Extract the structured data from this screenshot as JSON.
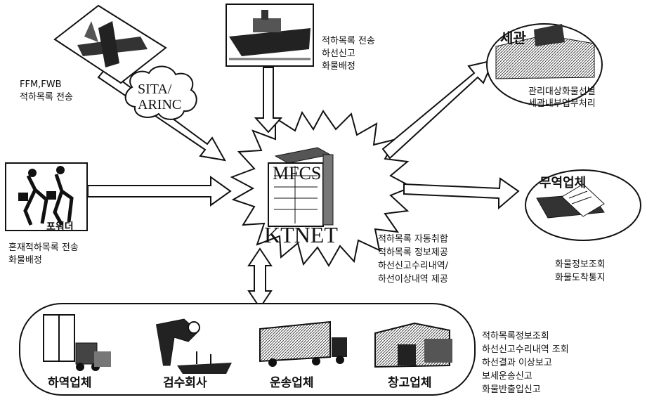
{
  "hub": {
    "top_label": "MFCS",
    "bottom_label": "KTNET"
  },
  "network_cloud": {
    "line1": "SITA/",
    "line2": "ARINC"
  },
  "airline": {
    "line1": "FFM,FWB",
    "line2": "적하목록 전송"
  },
  "shipping": {
    "line1": "적하목록 전송",
    "line2": "하선신고",
    "line3": "화물배정"
  },
  "customs": {
    "title": "세관",
    "line1": "관리대상화물선별",
    "line2": "세관내부업무처리"
  },
  "forwarder": {
    "title": "포워더",
    "line1": "혼재적하목록 전송",
    "line2": "화물배정"
  },
  "hub_services": {
    "line1": "적하목록 자동취합",
    "line2": "적하목록 정보제공",
    "line3": "하선신고수리내역/",
    "line4": "하선이상내역 제공"
  },
  "trade": {
    "title": "무역업체",
    "line1": "화물정보조회",
    "line2": "화물도착통지"
  },
  "companies": [
    {
      "label": "하역업체",
      "icon": "forklift-icon"
    },
    {
      "label": "검수회사",
      "icon": "inspector-icon"
    },
    {
      "label": "운송업체",
      "icon": "truck-icon"
    },
    {
      "label": "창고업체",
      "icon": "warehouse-icon"
    }
  ],
  "company_services": {
    "line1": "적하목록정보조회",
    "line2": "하선신고수리내역 조회",
    "line3": "하선결과 이상보고",
    "line4": "보세운송신고",
    "line5": "화물반출입신고"
  },
  "colors": {
    "ink": "#111111",
    "arrow_fill": "#ffffff"
  }
}
